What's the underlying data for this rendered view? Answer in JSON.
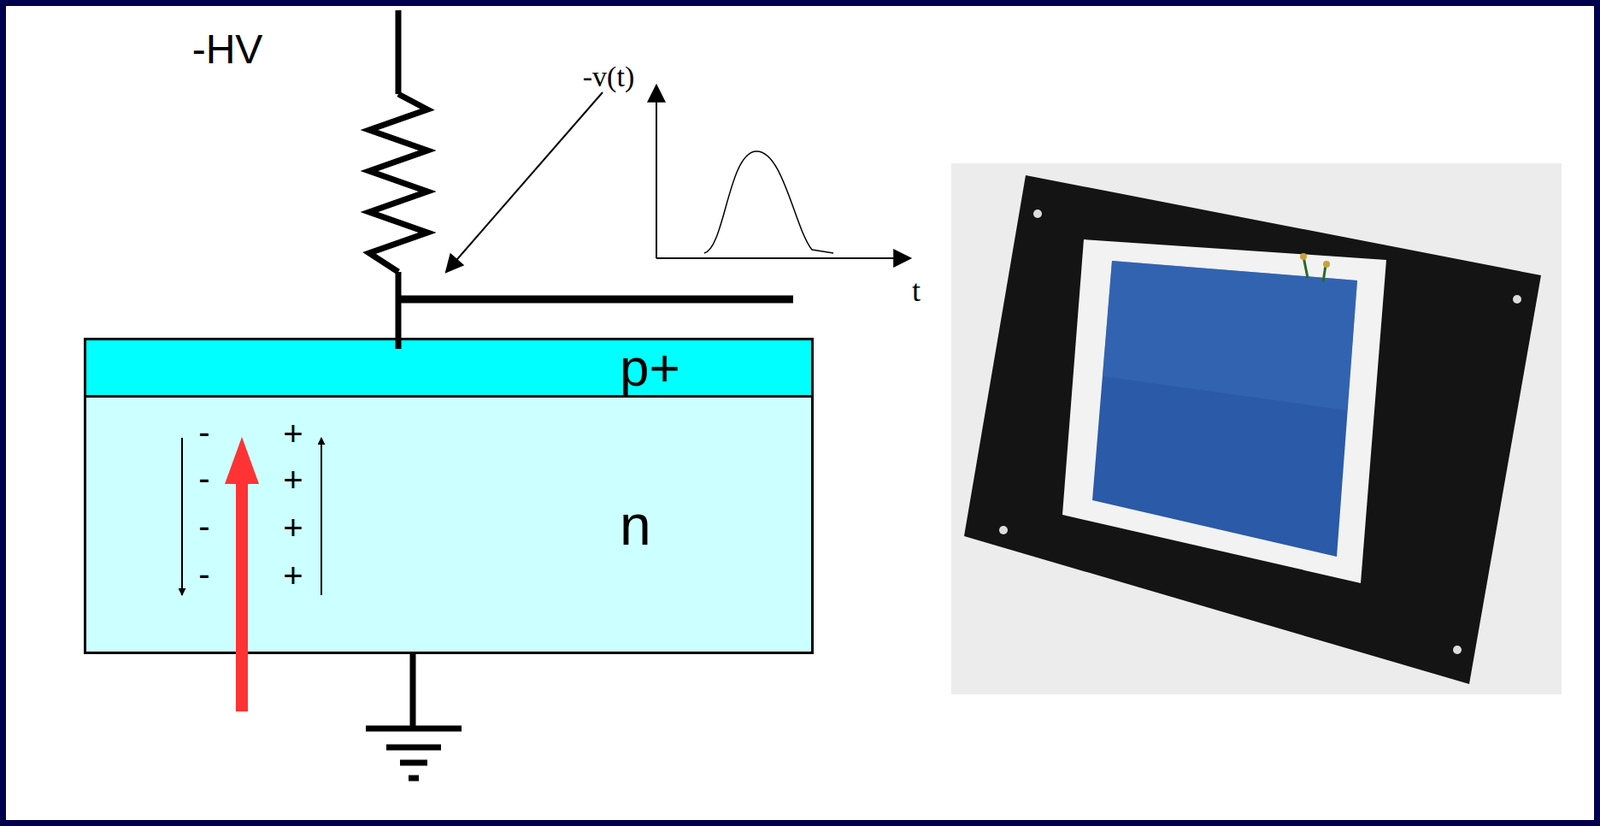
{
  "diagram": {
    "nodes": [
      {
        "text": [
          "p+"
        ]
      },
      {
        "text": [
          "n"
        ]
      }
    ],
    "labels": [
      "-HV",
      "-v(t)",
      "t",
      "-",
      "-",
      "-",
      "-",
      "+",
      "+",
      "+",
      "+"
    ]
  }
}
